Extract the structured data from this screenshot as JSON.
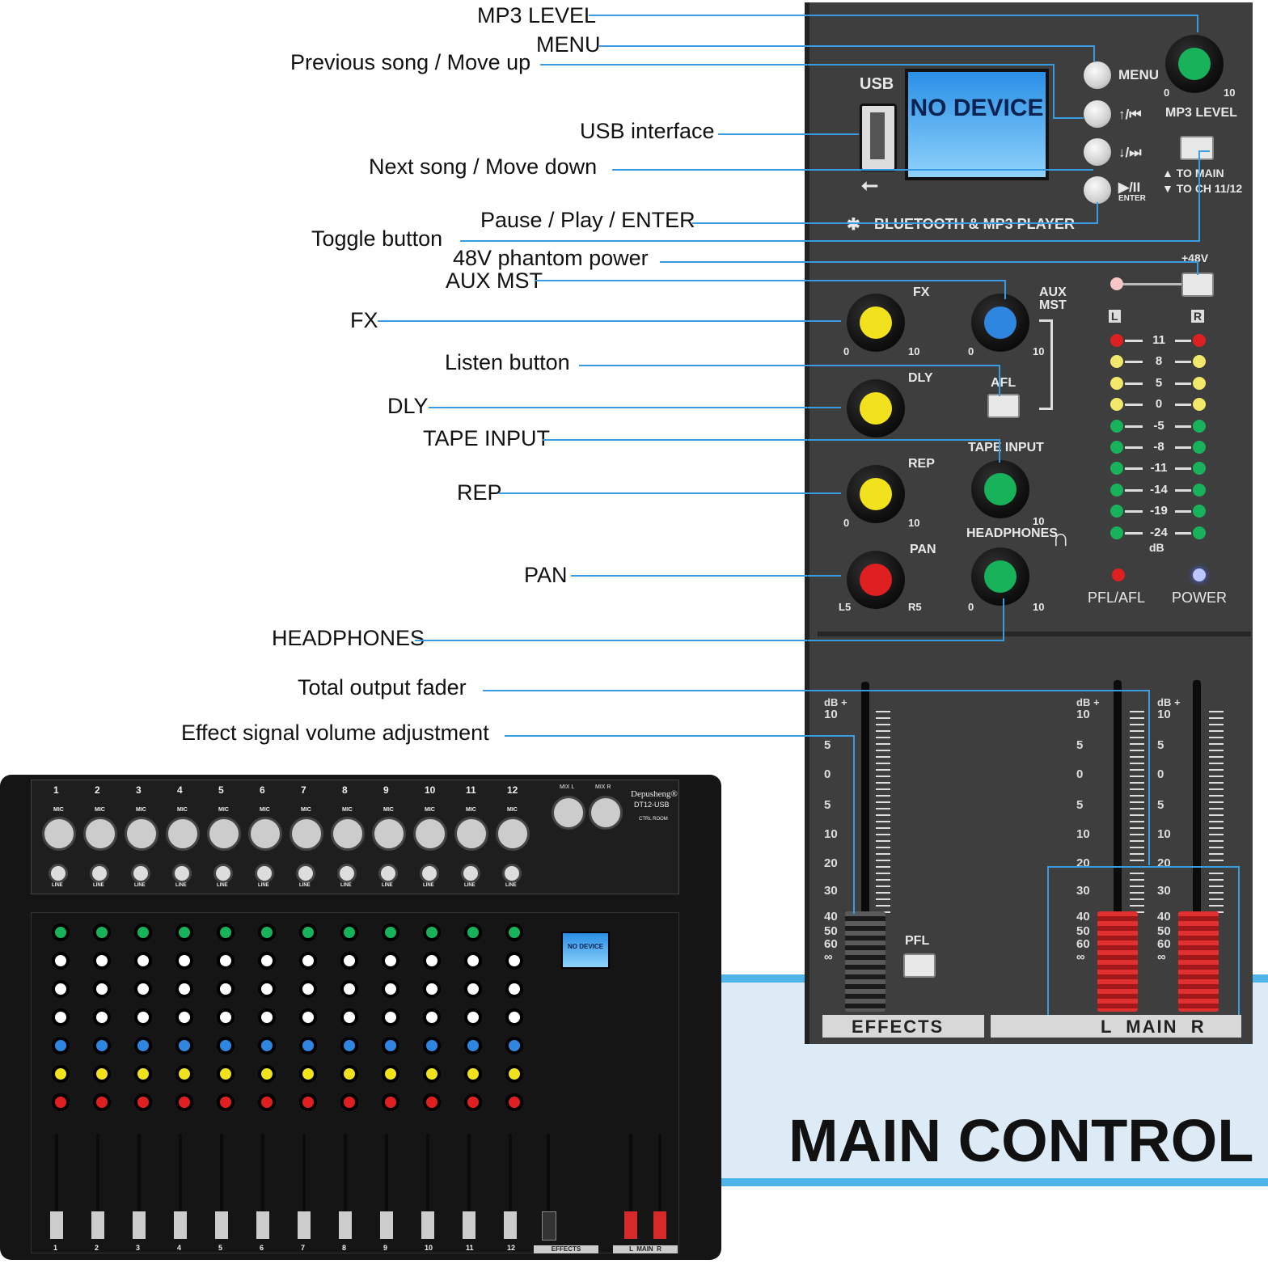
{
  "callouts": {
    "mp3_level": "MP3 LEVEL",
    "menu": "MENU",
    "previous_song": "Previous song / Move up",
    "usb_interface": "USB interface",
    "next_song": "Next song / Move down",
    "pause_play": "Pause / Play / ENTER",
    "toggle_button": "Toggle button",
    "phantom_power": "48V phantom power",
    "aux_mst": "AUX MST",
    "fx": "FX",
    "listen_button": "Listen button",
    "dly": "DLY",
    "tape_input": "TAPE INPUT",
    "rep": "REP",
    "pan": "PAN",
    "headphones": "HEADPHONES",
    "total_output_fader": "Total output fader",
    "effect_volume": "Effect signal volume adjustment"
  },
  "panel": {
    "usb_label": "USB",
    "display_text": "NO DEVICE",
    "menu_label": "MENU",
    "prev_label": "↑/⏮",
    "next_label": "↓/⏭",
    "play_label": "▶/II",
    "enter_label": "ENTER",
    "mp3_level_label": "MP3 LEVEL",
    "to_main": "▲ TO MAIN",
    "to_ch": "▼ TO CH 11/12",
    "bt_label": "BLUETOOTH & MP3 PLAYER",
    "p48v": "+48V",
    "fx": "FX",
    "aux": "AUX",
    "mst": "MST",
    "dly": "DLY",
    "afl": "AFL",
    "rep": "REP",
    "tape_input": "TAPE INPUT",
    "pan": "PAN",
    "headphones": "HEADPHONES",
    "zero": "0",
    "ten": "10",
    "l5": "L5",
    "r5": "R5",
    "meter_l": "L",
    "meter_r": "R",
    "meter_db": "dB",
    "meter_values": [
      "11",
      "8",
      "5",
      "0",
      "-5",
      "-8",
      "-11",
      "-14",
      "-19",
      "-24"
    ],
    "pfl_afl": "PFL/AFL",
    "power": "POWER",
    "fader_scale": [
      "dB +",
      "10",
      "5",
      "0",
      "5",
      "10",
      "20",
      "30",
      "40",
      "50",
      "60",
      "∞"
    ],
    "pfl": "PFL",
    "effects": "EFFECTS",
    "main": "L  MAIN  R"
  },
  "banner_title": "MAIN CONTROL",
  "mixer": {
    "brand": "Depusheng®",
    "model": "DT12-USB",
    "channels": [
      "1",
      "2",
      "3",
      "4",
      "5",
      "6",
      "7",
      "8",
      "9",
      "10",
      "11",
      "12"
    ],
    "mic": "MIC",
    "line": "LINE",
    "mix_l": "MIX L",
    "mix_r": "MIX R",
    "ctrl_room": "CTRL ROOM",
    "effects": "EFFECTS",
    "main": "L  MAIN  R",
    "display_text": "NO DEVICE"
  },
  "colors": {
    "leader": "#3a9be0",
    "knob_yellow": "#f2e21e",
    "knob_blue": "#2f86e0",
    "knob_green": "#18b25a",
    "knob_red": "#e02020",
    "fader_red": "#d62a2a",
    "display_blue": "#7cc6f5"
  }
}
